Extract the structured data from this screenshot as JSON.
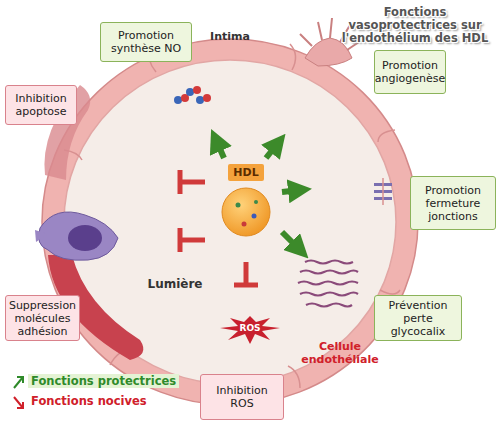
{
  "diagram": {
    "title": "Fonctions vasoprotectrices sur l'endothélium des HDL",
    "nodes": [
      {
        "text": [
          "Promotion synthèse NO"
        ]
      },
      {
        "text": [
          "Promotion angiogenèse"
        ]
      },
      {
        "text": [
          "Inhibition apoptose"
        ]
      },
      {
        "text": [
          "HDL"
        ]
      },
      {
        "text": [
          "Promotion fermeture jonctions"
        ]
      },
      {
        "text": [
          "Suppression molécules adhésion"
        ]
      },
      {
        "text": [
          "Prévention perte glycocalix"
        ]
      },
      {
        "text": [
          "Inhibition ROS"
        ]
      }
    ],
    "labels": [
      "Intima",
      "Lumière",
      "ROS",
      "Cellule endothéliale"
    ],
    "legend": [
      {
        "text": "Fonctions protectrices"
      },
      {
        "text": "Fonctions nocives"
      }
    ]
  }
}
